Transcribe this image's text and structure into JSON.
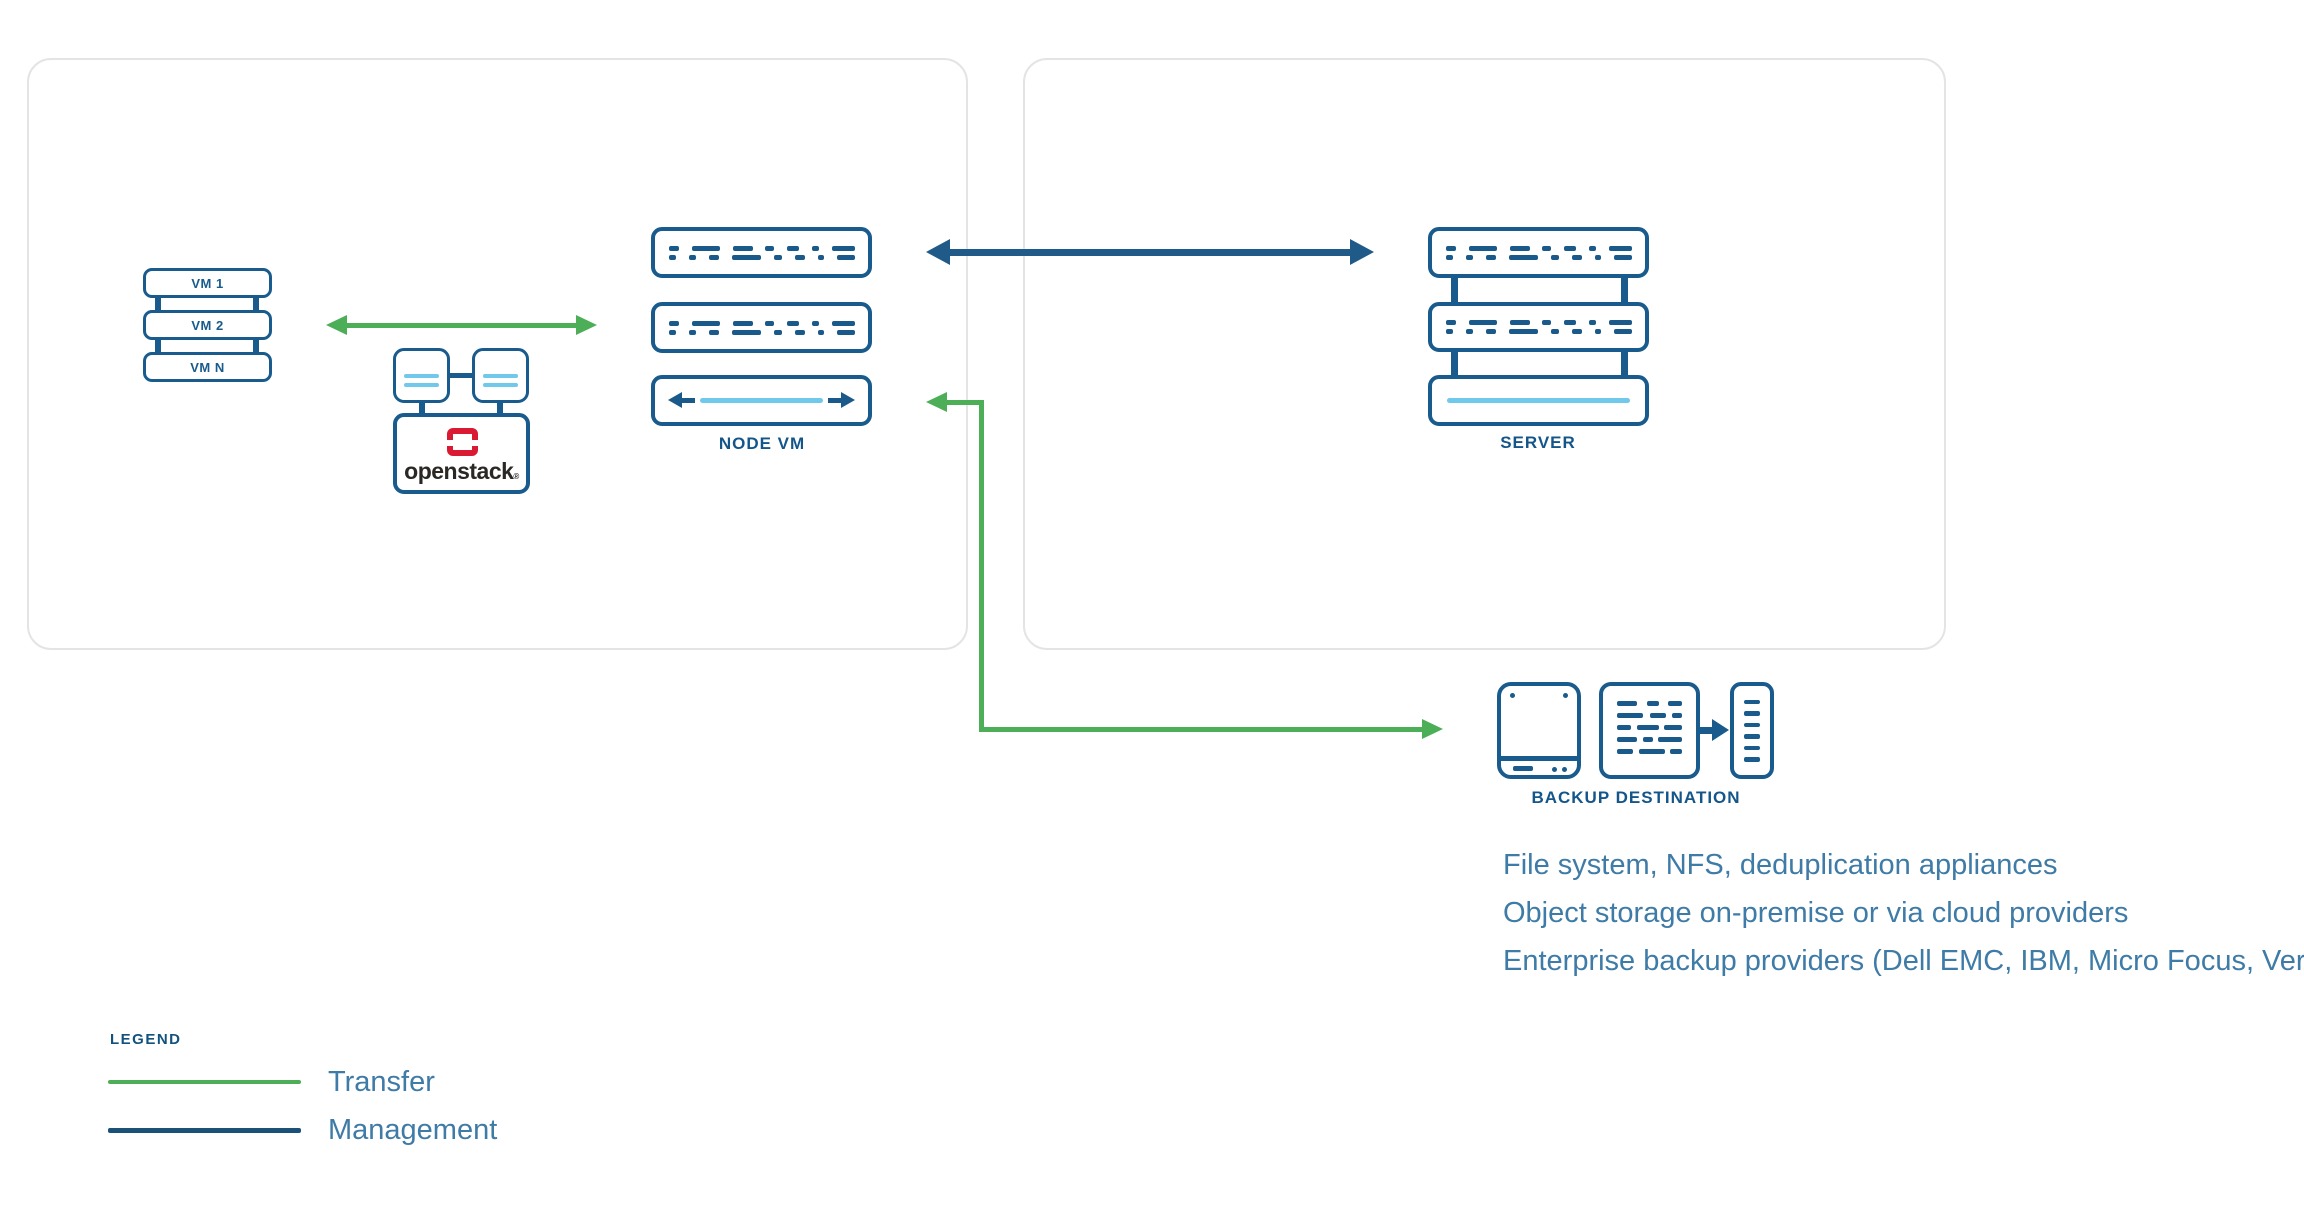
{
  "vm_stack": {
    "items": [
      "VM 1",
      "VM 2",
      "VM N"
    ]
  },
  "openstack": {
    "wordmark": "openstack",
    "registered": "®"
  },
  "node_vm": {
    "label": "NODE VM"
  },
  "server": {
    "label": "SERVER"
  },
  "backup": {
    "label": "BACKUP DESTINATION",
    "notes": [
      "File system, NFS, deduplication appliances",
      "Object storage on-premise or via cloud providers",
      "Enterprise backup providers (Dell EMC, IBM, Micro Focus, Veritas)"
    ]
  },
  "legend": {
    "title": "LEGEND",
    "items": [
      {
        "label": "Transfer",
        "color": "#4caf57"
      },
      {
        "label": "Management",
        "color": "#1b5078"
      }
    ]
  },
  "colors": {
    "icon_blue": "#185b8c",
    "management_blue": "#205a89",
    "transfer_green": "#4caf57",
    "light_blue": "#70c8ea",
    "text_blue": "#3e7ba6",
    "openstack_red": "#da1a32",
    "panel_border": "#e4e4e4"
  }
}
